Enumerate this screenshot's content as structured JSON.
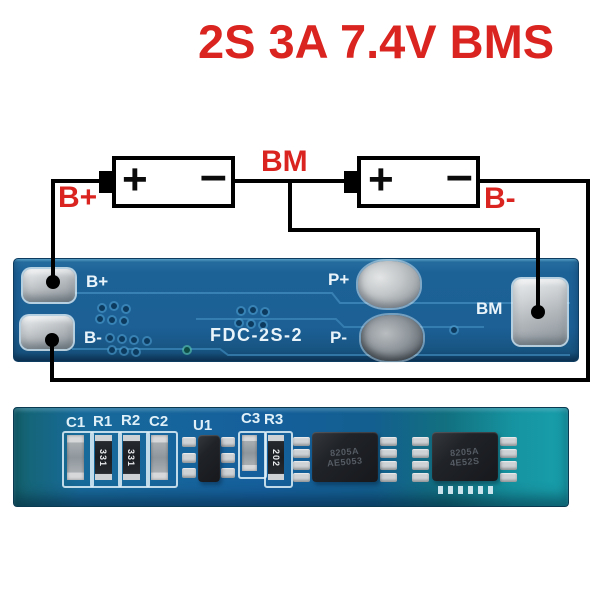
{
  "title": "2S 3A 7.4V BMS",
  "colors": {
    "accent_red": "#d9241f",
    "wire_black": "#000000",
    "pcb_top_blue": "#1c6096",
    "pcb_bottom_blue": "#155f9c",
    "pcb_bottom_teal": "#18a0ac",
    "pad_silver": "#b7bcc0",
    "silkscreen_white": "#e9f4fa"
  },
  "schematic": {
    "plus_symbol": "+",
    "minus_symbol": "–",
    "b_plus_label": "B+",
    "bm_label": "BM",
    "b_minus_label": "B-"
  },
  "board_top": {
    "b_plus": "B+",
    "b_minus": "B-",
    "p_plus": "P+",
    "p_minus": "P-",
    "bm": "BM",
    "model": "FDC-2S-2"
  },
  "board_bottom": {
    "labels": [
      "C1",
      "R1",
      "R2",
      "C2",
      "U1",
      "C3",
      "R3"
    ],
    "r1_marking": "331",
    "r2_marking": "331",
    "r3_marking": "202",
    "ic1": {
      "line1": "8205A",
      "line2": "AE5053"
    },
    "ic2": {
      "line1": "8205A",
      "line2": "4E52S"
    }
  }
}
